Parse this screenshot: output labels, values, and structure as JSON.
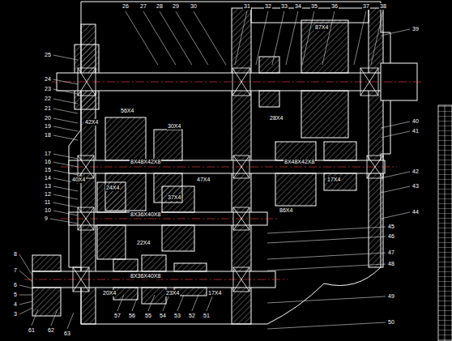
{
  "diagram": {
    "labels": [
      "26",
      "27",
      "28",
      "29",
      "30",
      "31",
      "32",
      "33",
      "34",
      "35",
      "36",
      "37",
      "38",
      "39",
      "25",
      "24",
      "23",
      "22",
      "21",
      "20",
      "19",
      "18",
      "17",
      "16",
      "15",
      "14",
      "13",
      "12",
      "11",
      "10",
      "9",
      "40",
      "41",
      "42",
      "43",
      "44",
      "45",
      "46",
      "47",
      "48",
      "49",
      "50",
      "8",
      "7",
      "6",
      "5",
      "4",
      "3",
      "61",
      "62",
      "63",
      "57",
      "56",
      "55",
      "54",
      "53",
      "52",
      "51",
      "56X4",
      "42X4",
      "30X4",
      "28X4",
      "87X4",
      "40X4",
      "24X4",
      "47X4",
      "37X4",
      "17X4",
      "86X4",
      "22X4",
      "20X4",
      "23X4",
      "17X4",
      "8X48X42X8",
      "8X48X42X8",
      "8X36X40X8",
      "8X36X40X8"
    ]
  }
}
